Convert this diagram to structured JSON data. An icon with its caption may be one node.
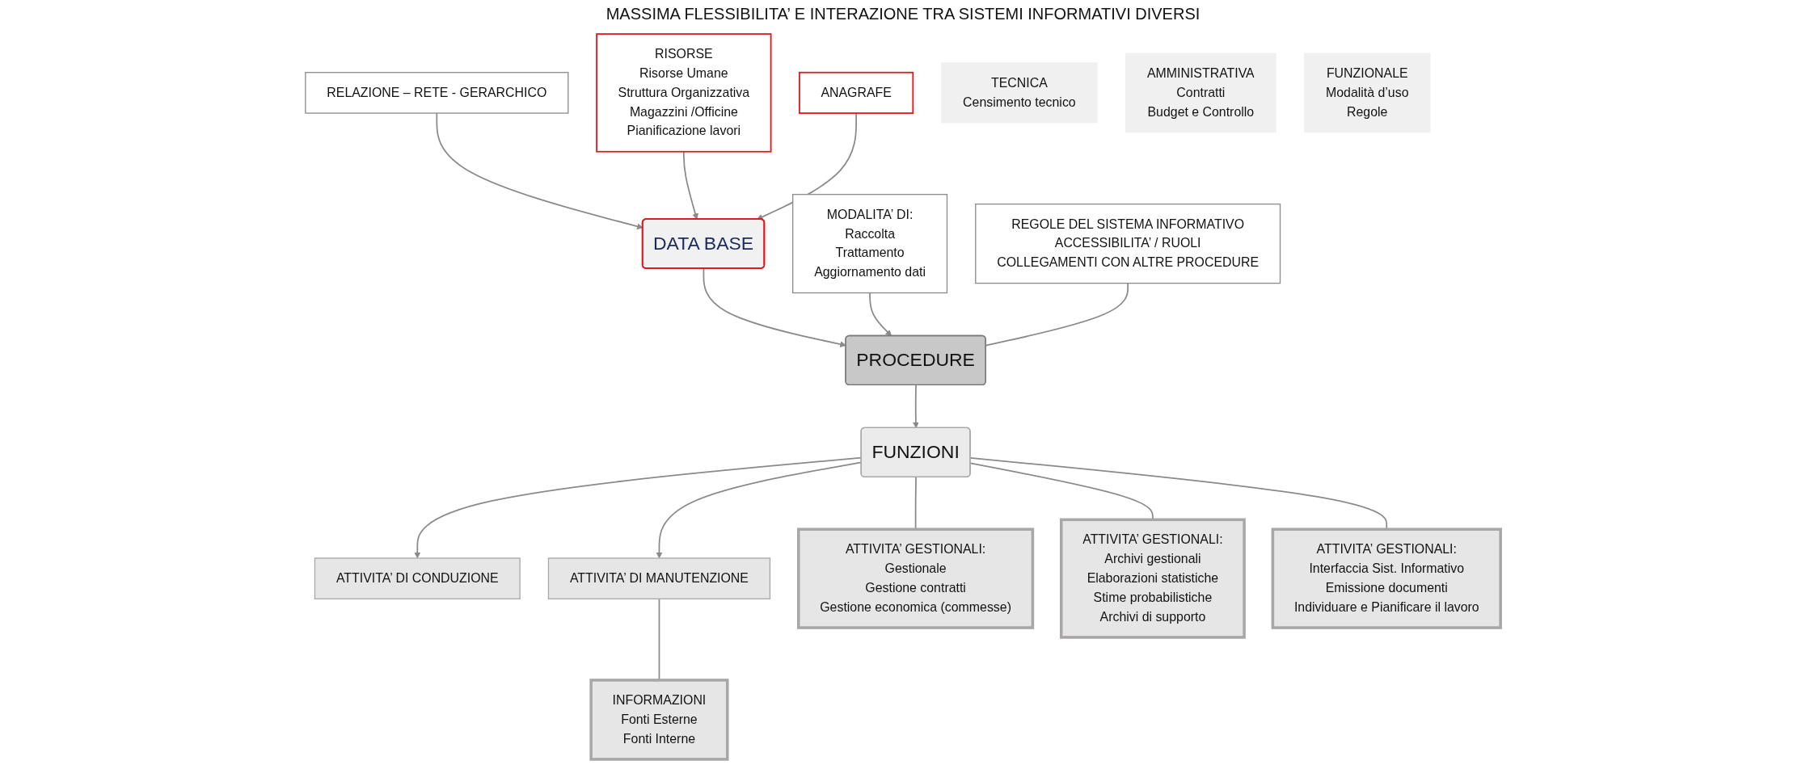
{
  "diagram": {
    "nodes": [
      {
        "text": [
          "RELAZIONE – RETE - GERARCHICO"
        ]
      },
      {
        "text": [
          "RISORSE",
          "Risorse Umane",
          "Struttura Organizzativa",
          "Magazzini /Officine",
          "Pianificazione lavori"
        ]
      },
      {
        "text": [
          "DATA BASE"
        ]
      },
      {
        "text": [
          "ANAGRAFE"
        ]
      },
      {
        "text": [
          "TECNICA",
          "Censimento tecnico"
        ]
      },
      {
        "text": [
          "AMMINISTRATIVA",
          "Contratti",
          "Budget e Controllo"
        ]
      },
      {
        "text": [
          "FUNZIONALE",
          "Modalità d’uso",
          "Regole"
        ]
      },
      {
        "text": [
          "MODALITA’ DI:",
          "Raccolta",
          "Trattamento",
          "Aggiornamento dati"
        ]
      },
      {
        "text": [
          "PROCEDURE"
        ]
      },
      {
        "text": [
          "REGOLE DEL SISTEMA INFORMATIVO",
          "ACCESSIBILITA’ / RUOLI",
          "COLLEGAMENTI CON ALTRE PROCEDURE"
        ]
      },
      {
        "text": [
          "ATTIVITA’ DI CONDUZIONE"
        ]
      },
      {
        "text": [
          "FUNZIONI"
        ]
      },
      {
        "text": [
          "ATTIVITA’ DI MANUTENZIONE"
        ]
      },
      {
        "text": [
          "INFORMAZIONI",
          "Fonti Esterne",
          "Fonti Interne"
        ]
      },
      {
        "text": [
          "ATTIVITA’ GESTIONALI:",
          "Gestionale",
          "Gestione contratti",
          "Gestione economica (commesse)"
        ]
      },
      {
        "text": [
          "ATTIVITA’ GESTIONALI:",
          "Archivi gestionali",
          "Elaborazioni statistiche",
          "Stime probabilistiche",
          "Archivi di supporto"
        ]
      },
      {
        "text": [
          "ATTIVITA’ GESTIONALI:",
          "Interfaccia Sist. Informativo",
          "Emissione documenti",
          "Individuare e Pianificare il lavoro"
        ]
      }
    ],
    "edges": [
      {
        "from": 0,
        "to": 2,
        "arrow": "to"
      },
      {
        "from": 1,
        "to": 2,
        "arrow": "to"
      },
      {
        "from": 3,
        "to": 2,
        "arrow": "to"
      },
      {
        "from": 2,
        "to": 8,
        "arrow": "to"
      },
      {
        "from": 7,
        "to": 8,
        "arrow": "to"
      },
      {
        "from": 9,
        "to": 8,
        "arrow": "none"
      },
      {
        "from": 8,
        "to": 11,
        "arrow": "to"
      },
      {
        "from": 11,
        "to": 10,
        "arrow": "to"
      },
      {
        "from": 11,
        "to": 12,
        "arrow": "to"
      },
      {
        "from": 13,
        "to": 12,
        "arrow": "none"
      },
      {
        "from": 14,
        "to": 11,
        "arrow": "none"
      },
      {
        "from": 15,
        "to": 11,
        "arrow": "none"
      },
      {
        "from": 16,
        "to": 11,
        "arrow": "none"
      }
    ],
    "labels": [
      "MASSIMA FLESSIBILITA’ E INTERAZIONE TRA SISTEMI INFORMATIVI DIVERSI"
    ]
  }
}
